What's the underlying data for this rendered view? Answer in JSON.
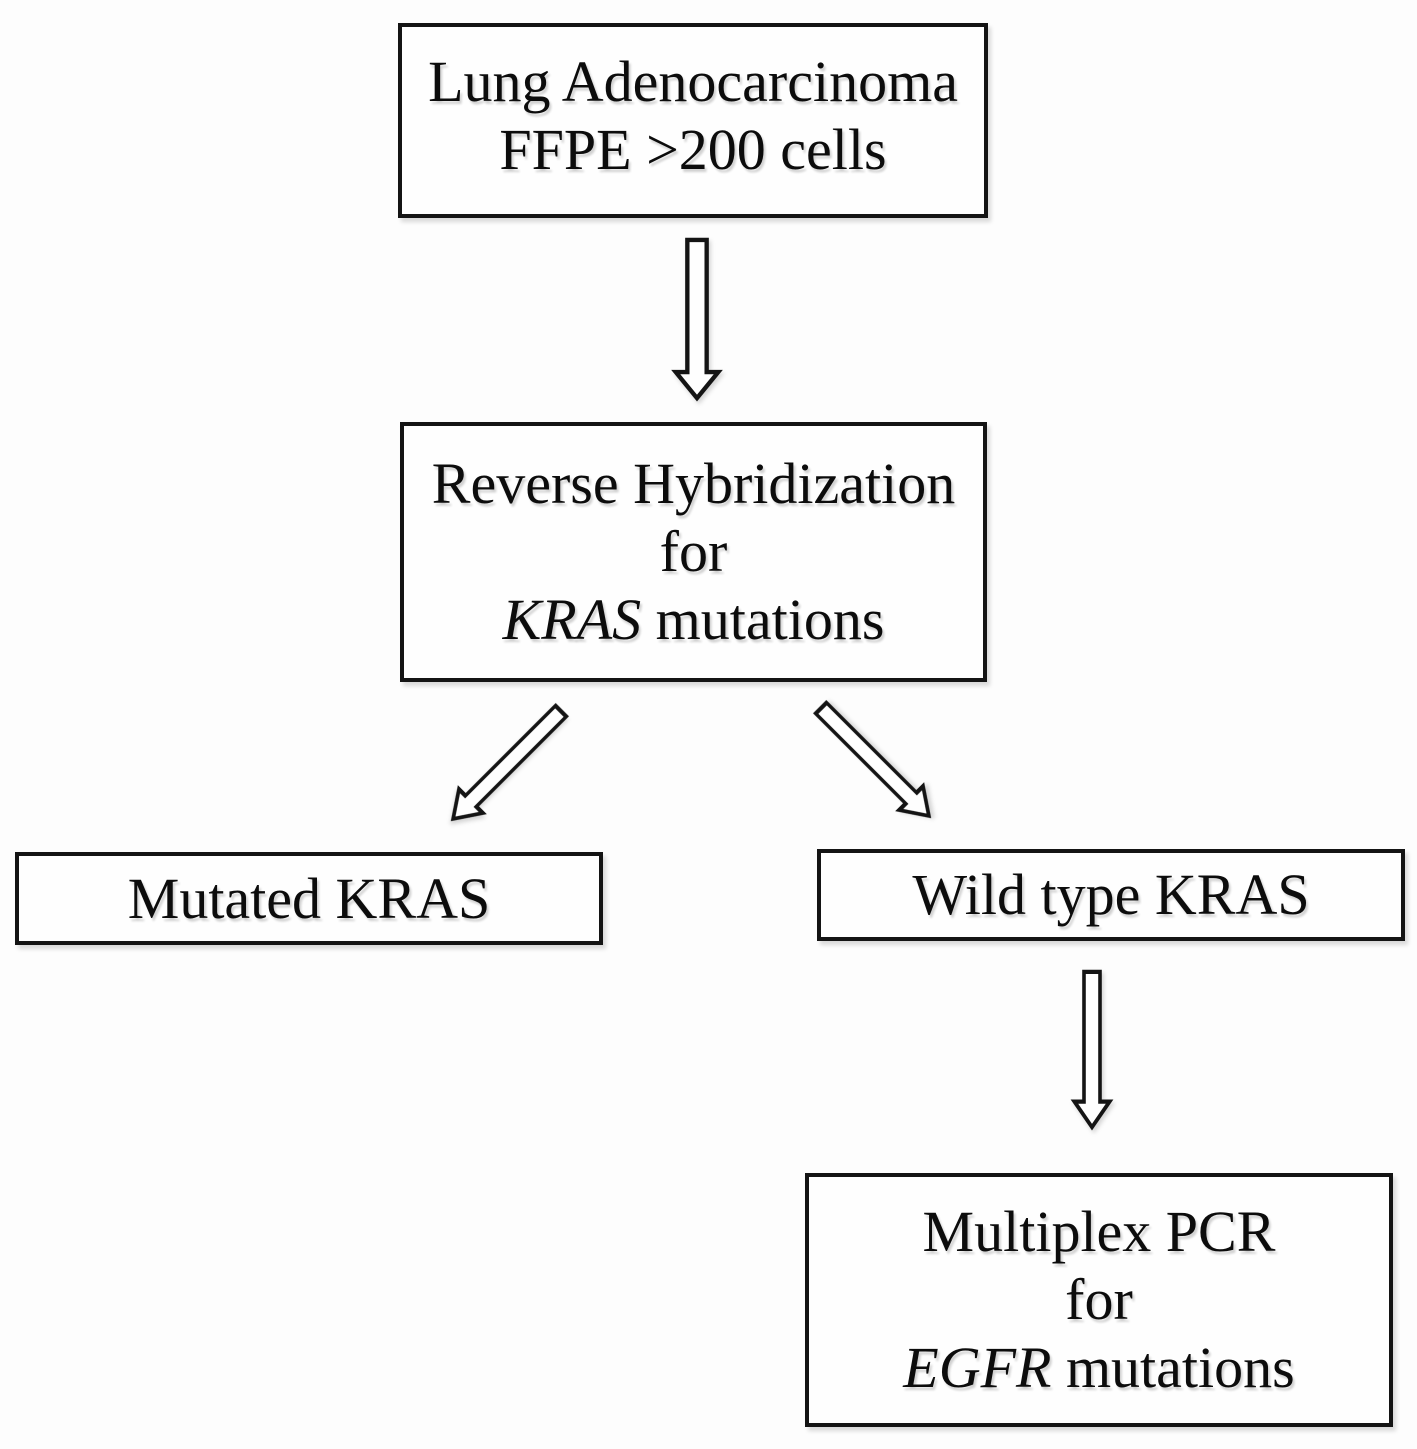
{
  "colors": {
    "box_border": "#141414",
    "box_fill": "#fefefe",
    "text_color": "#0c0c0c",
    "page_bg": "#fdfdfd"
  },
  "boxes": {
    "top": {
      "line1": "Lung Adenocarcinoma",
      "line2": "FFPE >200 cells"
    },
    "middle": {
      "line1": "Reverse Hybridization",
      "line2": "for",
      "gene": "KRAS",
      "gene_suffix": " mutations"
    },
    "left": {
      "label": "Mutated KRAS"
    },
    "right": {
      "label": "Wild type KRAS"
    },
    "bottom": {
      "line1": "Multiplex PCR",
      "line2": "for",
      "gene": "EGFR",
      "gene_suffix": " mutations"
    }
  },
  "edges": [
    {
      "from": "top",
      "to": "middle",
      "arrow": "down"
    },
    {
      "from": "middle",
      "to": "left",
      "arrow": "down-left"
    },
    {
      "from": "middle",
      "to": "right",
      "arrow": "down-right"
    },
    {
      "from": "right",
      "to": "bottom",
      "arrow": "down"
    }
  ]
}
